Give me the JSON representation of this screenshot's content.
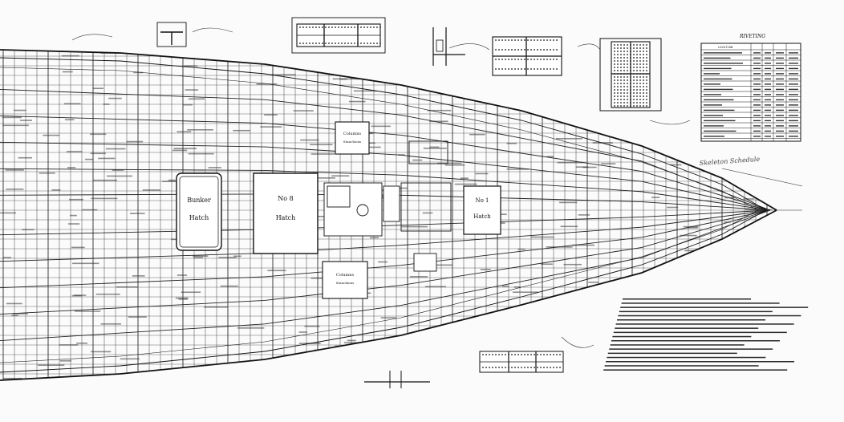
{
  "drawing": {
    "hatches": {
      "bunker": {
        "line1": "Bunker",
        "line2": "Hatch"
      },
      "no8": {
        "line1": "No 8",
        "line2": "Hatch"
      },
      "no1": {
        "line1": "No 1",
        "line2": "Hatch"
      },
      "columns_fwd": {
        "line1": "Columns",
        "line2": "Stanchions"
      },
      "columns_aft": {
        "line1": "Columns",
        "line2": "Stanchions"
      }
    },
    "riveting_table": {
      "title": "RIVETING",
      "header": "LOCATION"
    },
    "signature": "Skeleton Schedule"
  },
  "colors": {
    "ink": "#1a1a1a",
    "paper": "#fbfbfb"
  }
}
